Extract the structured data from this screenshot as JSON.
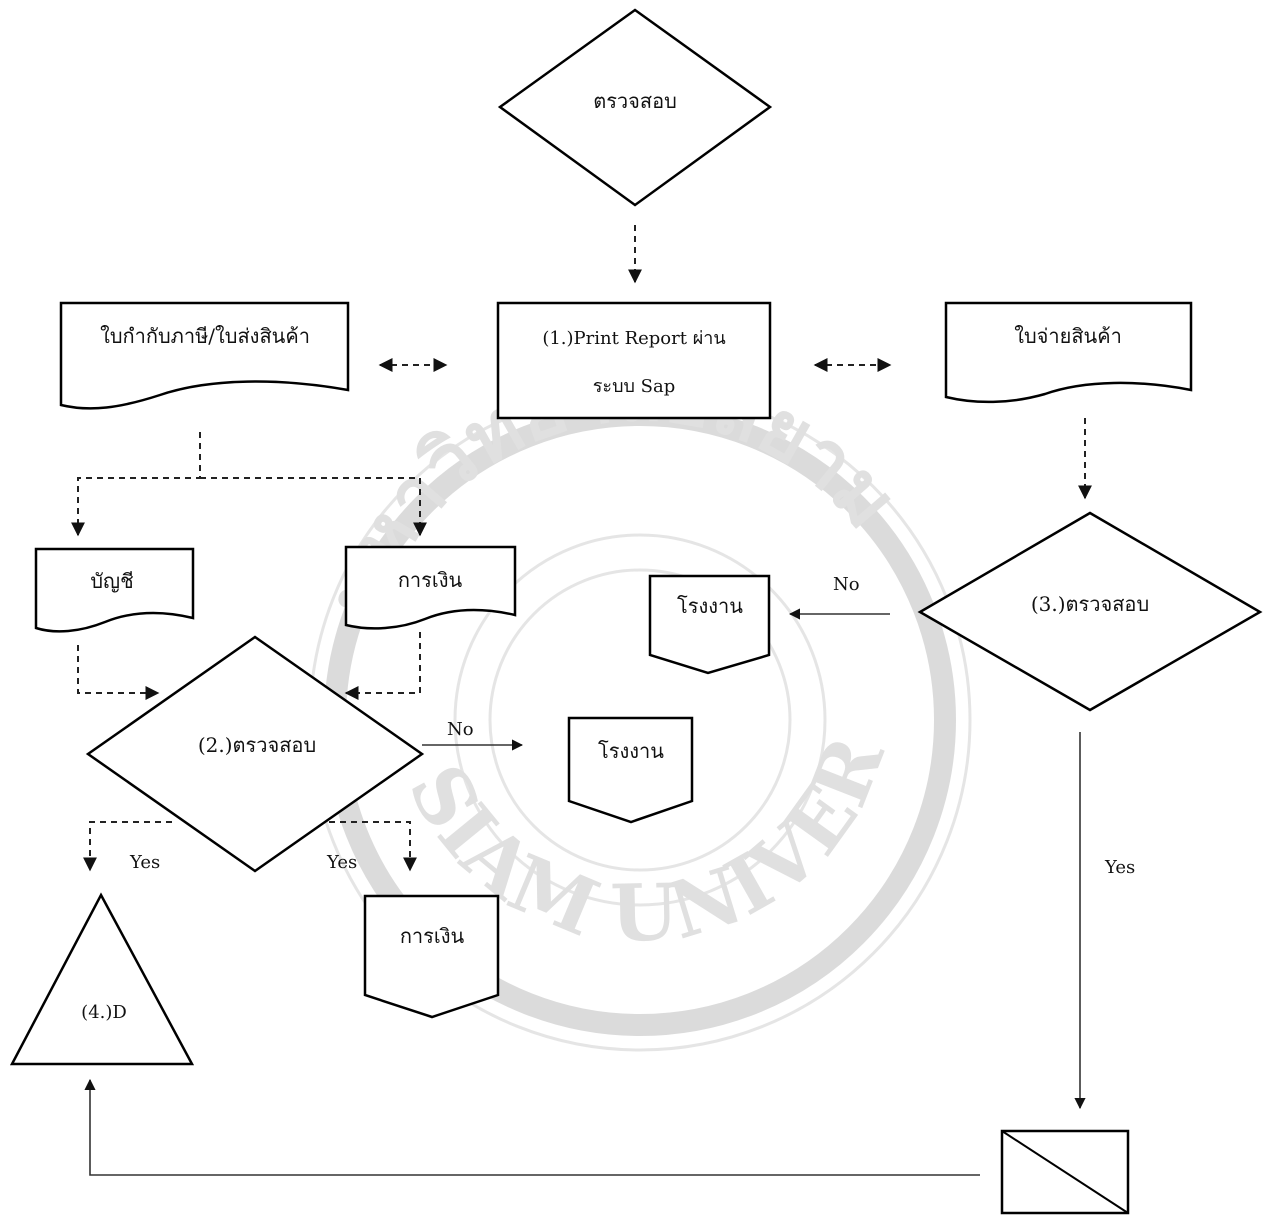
{
  "diagram": {
    "nodes": {
      "top_check": "ตรวจสอบ",
      "print_report_line1": "(1.)Print Report ผ่าน",
      "print_report_line2": "ระบบ Sap",
      "tax_invoice": "ใบกำกับภาษี/ใบส่งสินค้า",
      "dispatch_slip": "ใบจ่ายสินค้า",
      "accounting": "บัญชี",
      "finance_top": "การเงิน",
      "factory_upper": "โรงงาน",
      "check3": "(3.)ตรวจสอบ",
      "check2": "(2.)ตรวจสอบ",
      "factory_lower": "โรงงาน",
      "finance_bottom": "การเงิน",
      "d_terminal": "(4.)D"
    },
    "edge_labels": {
      "no_upper": "No",
      "no_lower": "No",
      "yes_left": "Yes",
      "yes_mid": "Yes",
      "yes_right": "Yes"
    },
    "watermark": {
      "arc_text_top": "มหาวิทยาลัยสยาม",
      "arc_text_bottom": "SIAM UNIVERSITY"
    }
  }
}
